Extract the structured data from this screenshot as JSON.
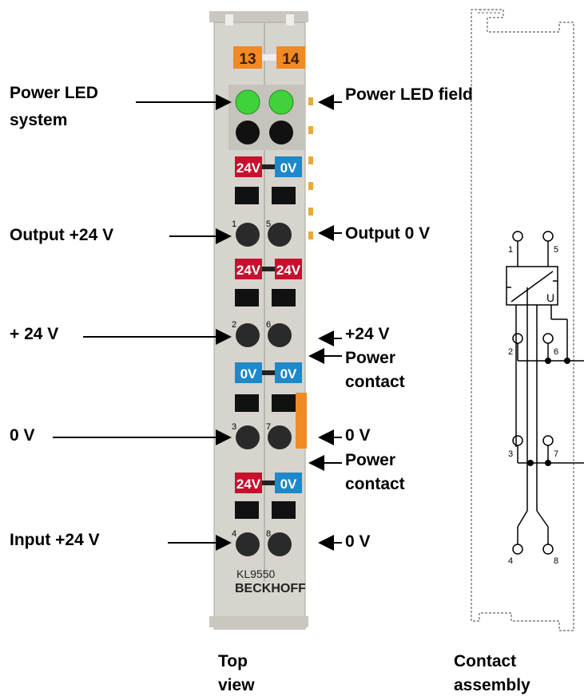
{
  "labels_left": {
    "power_led_line1": "Power LED",
    "power_led_line2": "system",
    "output_24v": "Output +24 V",
    "plus_24v": "+ 24 V",
    "zero_v": "0 V",
    "input_24v": "Input +24 V"
  },
  "labels_right": {
    "power_led_field": "Power LED field",
    "output_0v": "Output 0 V",
    "plus_24v": "+24 V",
    "power_contact_1_line1": "Power",
    "power_contact_1_line2": "contact",
    "zero_v_1": "0 V",
    "power_contact_2_line1": "Power",
    "power_contact_2_line2": "contact",
    "zero_v_2": "0 V"
  },
  "captions": {
    "top_view_line1": "Top",
    "top_view_line2": "view",
    "contact_line1": "Contact",
    "contact_line2": "assembly"
  },
  "terminal": {
    "channel_numbers": [
      "13",
      "14"
    ],
    "tags_row1": [
      "24V",
      "0V"
    ],
    "tags_row2": [
      "24V",
      "24V"
    ],
    "tags_row3": [
      "0V",
      "0V"
    ],
    "tags_row4": [
      "24V",
      "0V"
    ],
    "pin_numbers_left": [
      "1",
      "2",
      "3",
      "4"
    ],
    "pin_numbers_right": [
      "5",
      "6",
      "7",
      "8"
    ],
    "model": "KL9550",
    "brand": "BECKHOFF"
  },
  "contact_assembly": {
    "pins_left": [
      "1",
      "2",
      "3",
      "4"
    ],
    "pins_right": [
      "5",
      "6",
      "7",
      "8"
    ],
    "converter_label": "U"
  },
  "colors": {
    "housing": "#d2d0c8",
    "led_on": "#3fd23a",
    "led_off": "#111111",
    "tag_24v": "#c8102e",
    "tag_0v": "#1e88c8",
    "channel_tag": "#f08a24"
  }
}
